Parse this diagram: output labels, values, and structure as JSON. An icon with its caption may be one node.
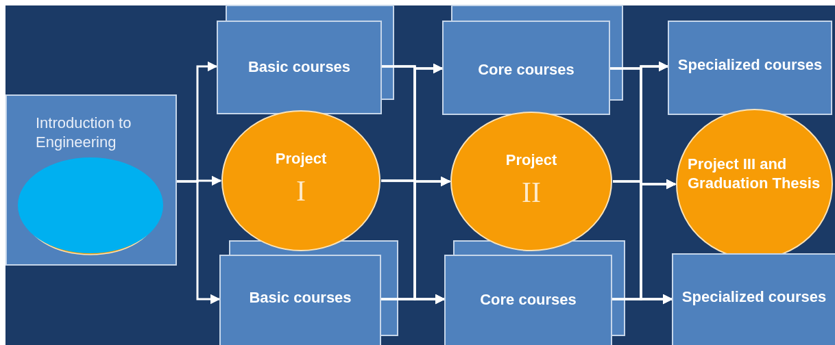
{
  "diagram": {
    "nodes": [
      {
        "text": [
          "Introduction to Engineering"
        ]
      },
      {
        "text": [
          "Basic courses"
        ]
      },
      {
        "text": [
          "Project",
          "I"
        ]
      },
      {
        "text": [
          "Basic courses"
        ]
      },
      {
        "text": [
          "Core courses"
        ]
      },
      {
        "text": [
          "Project",
          "II"
        ]
      },
      {
        "text": [
          "Core courses"
        ]
      },
      {
        "text": [
          "Specialized courses"
        ]
      },
      {
        "text": [
          "Project III and Graduation Thesis"
        ]
      },
      {
        "text": [
          "Specialized courses"
        ]
      }
    ],
    "edges": [
      {
        "from": 0,
        "to": 1,
        "arrow": "to"
      },
      {
        "from": 0,
        "to": 2,
        "arrow": "to"
      },
      {
        "from": 0,
        "to": 3,
        "arrow": "to"
      },
      {
        "from": 1,
        "to": 4,
        "arrow": "to"
      },
      {
        "from": 1,
        "to": 5,
        "arrow": "to"
      },
      {
        "from": 1,
        "to": 6,
        "arrow": "to"
      },
      {
        "from": 2,
        "to": 4,
        "arrow": "to"
      },
      {
        "from": 2,
        "to": 5,
        "arrow": "to"
      },
      {
        "from": 2,
        "to": 6,
        "arrow": "to"
      },
      {
        "from": 3,
        "to": 4,
        "arrow": "to"
      },
      {
        "from": 3,
        "to": 5,
        "arrow": "to"
      },
      {
        "from": 3,
        "to": 6,
        "arrow": "to"
      },
      {
        "from": 4,
        "to": 7,
        "arrow": "to"
      },
      {
        "from": 4,
        "to": 8,
        "arrow": "to"
      },
      {
        "from": 4,
        "to": 9,
        "arrow": "to"
      },
      {
        "from": 5,
        "to": 7,
        "arrow": "to"
      },
      {
        "from": 5,
        "to": 8,
        "arrow": "to"
      },
      {
        "from": 5,
        "to": 9,
        "arrow": "to"
      },
      {
        "from": 6,
        "to": 7,
        "arrow": "to"
      },
      {
        "from": 6,
        "to": 8,
        "arrow": "to"
      },
      {
        "from": 6,
        "to": 9,
        "arrow": "to"
      }
    ]
  }
}
